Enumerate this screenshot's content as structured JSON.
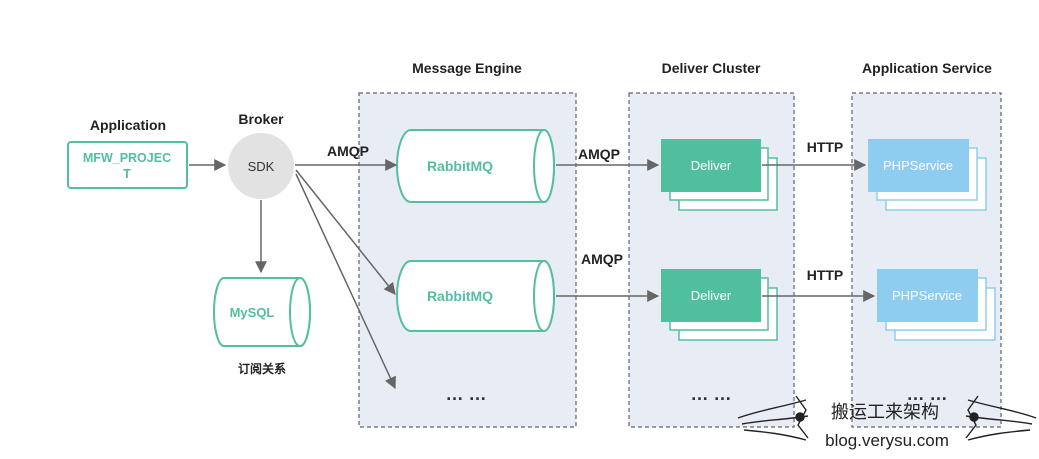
{
  "groups": {
    "message_engine": "Message Engine",
    "deliver_cluster": "Deliver Cluster",
    "application_service": "Application Service"
  },
  "application": {
    "title": "Application",
    "project_line1": "MFW_PROJEC",
    "project_line2": "T"
  },
  "broker": {
    "title": "Broker",
    "sdk": "SDK"
  },
  "mysql": {
    "label": "MySQL",
    "caption": "订阅关系"
  },
  "protocols": {
    "amqp_broker": "AMQP",
    "amqp_row1": "AMQP",
    "amqp_row2": "AMQP",
    "http_row1": "HTTP",
    "http_row2": "HTTP"
  },
  "rabbitmq": [
    "RabbitMQ",
    "RabbitMQ"
  ],
  "deliver": [
    "Deliver",
    "Deliver"
  ],
  "php": [
    "PHPService",
    "PHPService"
  ],
  "ellipsis": "… …",
  "watermark": {
    "title": "搬运工来架构",
    "url": "blog.verysu.com"
  },
  "colors": {
    "teal": "#52bfa1",
    "teal_fill": "#4fbf9e",
    "blue_fill": "#8ecdf0",
    "group_bg": "#e8ecf5",
    "arrow": "#666666"
  }
}
